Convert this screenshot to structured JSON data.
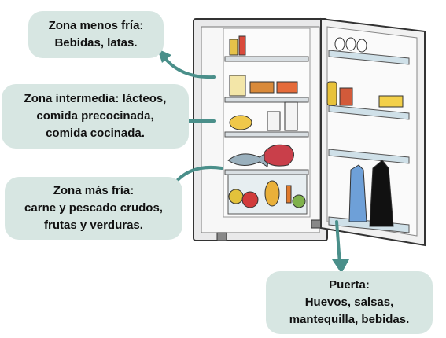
{
  "zones": [
    {
      "id": "b1",
      "lines": [
        "Zona menos fría:",
        "Bebidas, latas."
      ]
    },
    {
      "id": "b2",
      "lines": [
        "Zona intermedia: lácteos,",
        "comida precocinada,",
        "comida cocinada."
      ]
    },
    {
      "id": "b3",
      "lines": [
        "Zona más fría:",
        "carne y pescado crudos,",
        "frutas y verduras."
      ]
    },
    {
      "id": "b4",
      "lines": [
        "Puerta:",
        "Huevos, salsas,",
        "mantequilla, bebidas."
      ]
    }
  ],
  "colors": {
    "bubble": "#d7e6e2",
    "arrow": "#4a8f8a",
    "fridge_body": "#e9e9ea",
    "fridge_outline": "#333333"
  },
  "icons": [
    "arrow-icon",
    "fridge-icon",
    "egg-icon",
    "bottle-icon",
    "fish-icon",
    "cheese-icon"
  ]
}
